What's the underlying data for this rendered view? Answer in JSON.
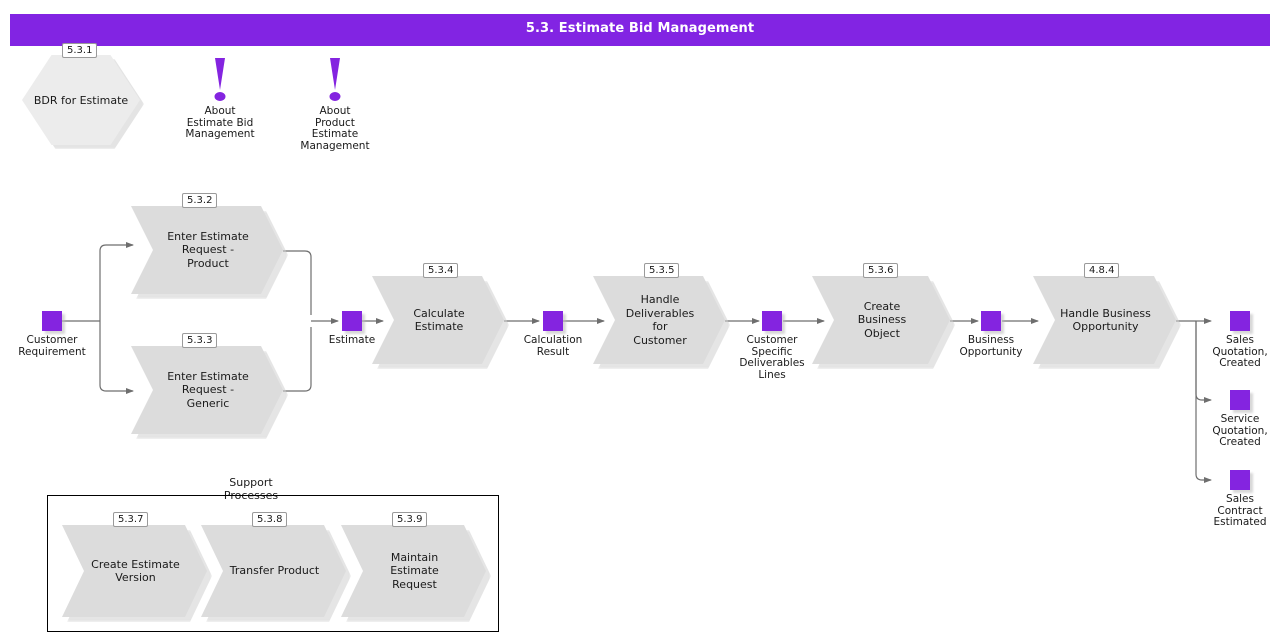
{
  "header": {
    "title": "5.3. Estimate Bid Management",
    "bar_color": "#8224e3",
    "title_color": "#ffffff"
  },
  "theme": {
    "accent_purple": "#8424e0",
    "process_fill": "#dcdcdc",
    "hexagon_fill": "#ececec",
    "connector_gray": "#6e6e6e",
    "group_border": "#000000",
    "badge_border": "#9a9a9a",
    "canvas_background": "#ffffff"
  },
  "bdr": {
    "id": "5.3.1",
    "label": "BDR for Estimate",
    "shape": "hexagon"
  },
  "info_markers": [
    {
      "icon": "exclamation-icon",
      "label": "About\nEstimate Bid\nManagement"
    },
    {
      "icon": "exclamation-icon",
      "label": "About\nProduct\nEstimate\nManagement"
    }
  ],
  "processes": [
    {
      "id": "5.3.2",
      "label": "Enter Estimate\nRequest -\nProduct"
    },
    {
      "id": "5.3.3",
      "label": "Enter Estimate\nRequest -\nGeneric"
    },
    {
      "id": "5.3.4",
      "label": "Calculate\nEstimate"
    },
    {
      "id": "5.3.5",
      "label": "Handle\nDeliverables\nfor\nCustomer"
    },
    {
      "id": "5.3.6",
      "label": "Create\nBusiness\nObject"
    },
    {
      "id": "4.8.4",
      "label": "Handle Business\nOpportunity"
    }
  ],
  "data_objects": [
    {
      "label": "Customer\nRequirement"
    },
    {
      "label": "Estimate"
    },
    {
      "label": "Calculation\nResult"
    },
    {
      "label": "Customer\nSpecific\nDeliverables\nLines"
    },
    {
      "label": "Business\nOpportunity"
    }
  ],
  "outputs": [
    {
      "label": "Sales\nQuotation,\nCreated"
    },
    {
      "label": "Service\nQuotation,\nCreated"
    },
    {
      "label": "Sales\nContract\nEstimated"
    }
  ],
  "support_group": {
    "title": "Support\nProcesses",
    "processes": [
      {
        "id": "5.3.7",
        "label": "Create Estimate\nVersion"
      },
      {
        "id": "5.3.8",
        "label": "Transfer Product"
      },
      {
        "id": "5.3.9",
        "label": "Maintain\nEstimate\nRequest"
      }
    ]
  }
}
